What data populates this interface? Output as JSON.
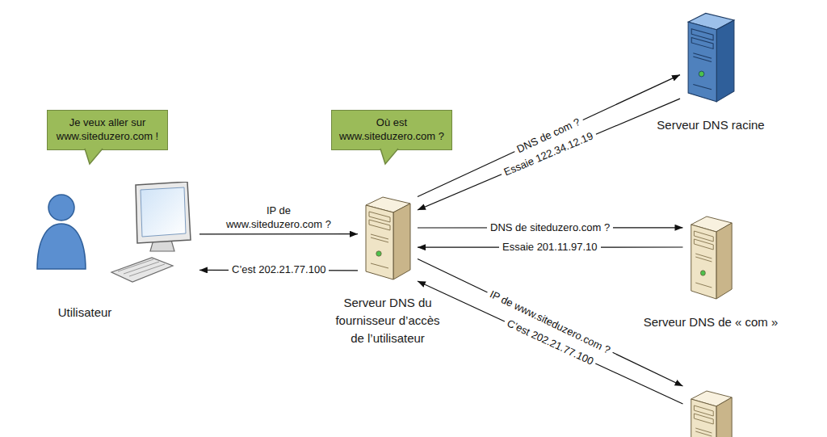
{
  "diagram": {
    "nodes": [
      {
        "text": [
          "Je veux aller sur www.siteduzero.com !"
        ]
      },
      {
        "text": [
          "Où est www.siteduzero.com ?"
        ]
      },
      {
        "text": [
          "Utilisateur"
        ]
      },
      {
        "text": [
          "Serveur DNS du fournisseur d’accès de l’utilisateur"
        ]
      },
      {
        "text": [
          "Serveur DNS racine"
        ]
      },
      {
        "text": [
          "Serveur DNS de « com »"
        ]
      },
      {
        "text": []
      }
    ],
    "edges": [
      {
        "from": 2,
        "to": 3,
        "label": "IP de www.siteduzero.com ?",
        "arrow": "to"
      },
      {
        "from": 3,
        "to": 2,
        "label": "C’est 202.21.77.100",
        "arrow": "to"
      },
      {
        "from": 3,
        "to": 4,
        "label": "DNS de com ?",
        "arrow": "to"
      },
      {
        "from": 4,
        "to": 3,
        "label": "Essaie 122.34.12.19",
        "arrow": "to"
      },
      {
        "from": 3,
        "to": 5,
        "label": "DNS de siteduzero.com ?",
        "arrow": "to"
      },
      {
        "from": 5,
        "to": 3,
        "label": "Essaie 201.11.97.10",
        "arrow": "to"
      },
      {
        "from": 3,
        "to": 6,
        "label": "IP de www.siteduzero.com ?",
        "arrow": "to"
      },
      {
        "from": 6,
        "to": 3,
        "label": "C’est 202.21.77.100",
        "arrow": "to"
      }
    ]
  }
}
